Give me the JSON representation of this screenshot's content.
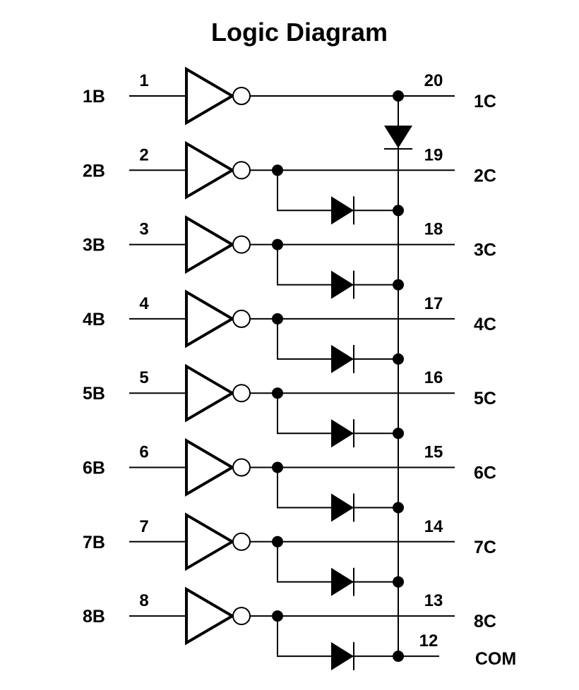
{
  "title": "Logic Diagram",
  "channels": [
    {
      "input_label": "1B",
      "input_pin": "1",
      "output_label": "1C",
      "output_pin": "20"
    },
    {
      "input_label": "2B",
      "input_pin": "2",
      "output_label": "2C",
      "output_pin": "19"
    },
    {
      "input_label": "3B",
      "input_pin": "3",
      "output_label": "3C",
      "output_pin": "18"
    },
    {
      "input_label": "4B",
      "input_pin": "4",
      "output_label": "4C",
      "output_pin": "17"
    },
    {
      "input_label": "5B",
      "input_pin": "5",
      "output_label": "5C",
      "output_pin": "16"
    },
    {
      "input_label": "6B",
      "input_pin": "6",
      "output_label": "6C",
      "output_pin": "15"
    },
    {
      "input_label": "7B",
      "input_pin": "7",
      "output_label": "7C",
      "output_pin": "14"
    },
    {
      "input_label": "8B",
      "input_pin": "8",
      "output_label": "8C",
      "output_pin": "13"
    }
  ],
  "common": {
    "label": "COM",
    "pin": "12"
  },
  "colors": {
    "line": "#000000",
    "background": "#ffffff"
  }
}
